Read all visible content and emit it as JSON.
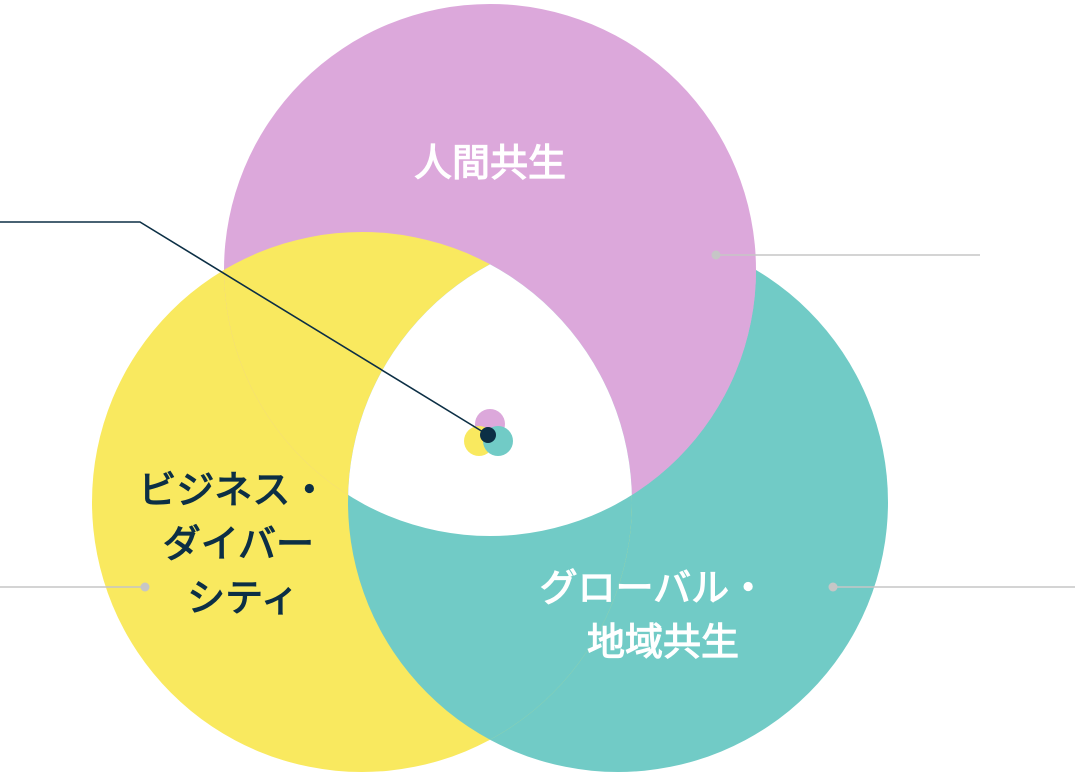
{
  "colors": {
    "pink": "#dca8db",
    "yellow": "#f9e95f",
    "teal": "#71cbc6",
    "center_gap": "#ffffff",
    "label_light": "#ffffff",
    "label_dark": "#0c2f45",
    "leader_dark": "#0c2f45",
    "leader_gray": "#c6c6c6"
  },
  "circles": {
    "human": {
      "label_lines": [
        "人間共生"
      ],
      "color_key": "pink",
      "label_color_key": "label_light"
    },
    "business": {
      "label_lines": [
        "ビジネス・",
        "ダイバー",
        "シティ"
      ],
      "color_key": "yellow",
      "label_color_key": "label_dark"
    },
    "global": {
      "label_lines": [
        "グローバル・",
        "地域共生"
      ],
      "color_key": "teal",
      "label_color_key": "label_light"
    }
  }
}
